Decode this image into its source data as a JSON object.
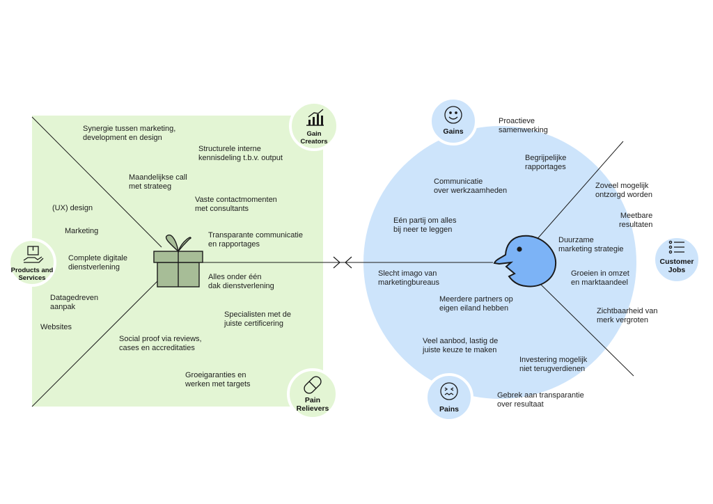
{
  "product_map": {
    "gain_creators_label": "Gain\nCreators",
    "pain_relievers_label": "Pain\nRelievers",
    "products_services_label": "Products and\nServices",
    "gain_creators": [
      "Synergie tussen marketing,\ndevelopment en design",
      "Structurele interne\nkennisdeling t.b.v. output",
      "Maandelijkse call\nmet strateeg",
      "Vaste contactmomenten\nmet  consultants",
      "Transparante communicatie\nen rapportages"
    ],
    "products_services": [
      "(UX) design",
      "Marketing",
      "Complete digitale\ndienstverlening",
      "Datagedreven\naanpak",
      "Websites"
    ],
    "pain_relievers": [
      "Alles onder één\ndak dienstverlening",
      "Specialisten met de\njuiste certificering",
      "Social proof via reviews,\ncases en accreditaties",
      "Groeigaranties en\nwerken met targets"
    ],
    "gift_icon": "gift-icon"
  },
  "customer_profile": {
    "gains_label": "Gains",
    "pains_label": "Pains",
    "customer_jobs_label": "Customer\nJobs",
    "gains": [
      "Proactieve\nsamenwerking",
      "Begrijpelijke\nrapportages",
      "Communicatie\nover werkzaamheden",
      "Eén partij om alles\nbij neer te leggen"
    ],
    "customer_jobs": [
      "Zoveel mogelijk\nontzorgd worden",
      "Meetbare\nresultaten",
      "Duurzame\nmarketing strategie",
      "Groeien in omzet\nen marktaandeel",
      "Zichtbaarheid van\nmerk vergroten"
    ],
    "pains": [
      "Slecht imago van\nmarketingbureaus",
      "Meerdere partners op\neigen eiland hebben",
      "Veel aanbod, lastig de\njuiste keuze te maken",
      "Investering mogelijk\nniet terugverdienen",
      "Gebrek aan transparantie\nover resultaat"
    ],
    "face_icon": "customer-face-icon"
  },
  "colors": {
    "green_panel": "#e3f5d4",
    "green_badge": "#e3f5d4",
    "gift_fill": "#a7bd97",
    "blue_circle": "#cde4fb",
    "blue_badge": "#cde4fb",
    "face_fill": "#7cb3f6",
    "line": "#1a1a1a"
  }
}
